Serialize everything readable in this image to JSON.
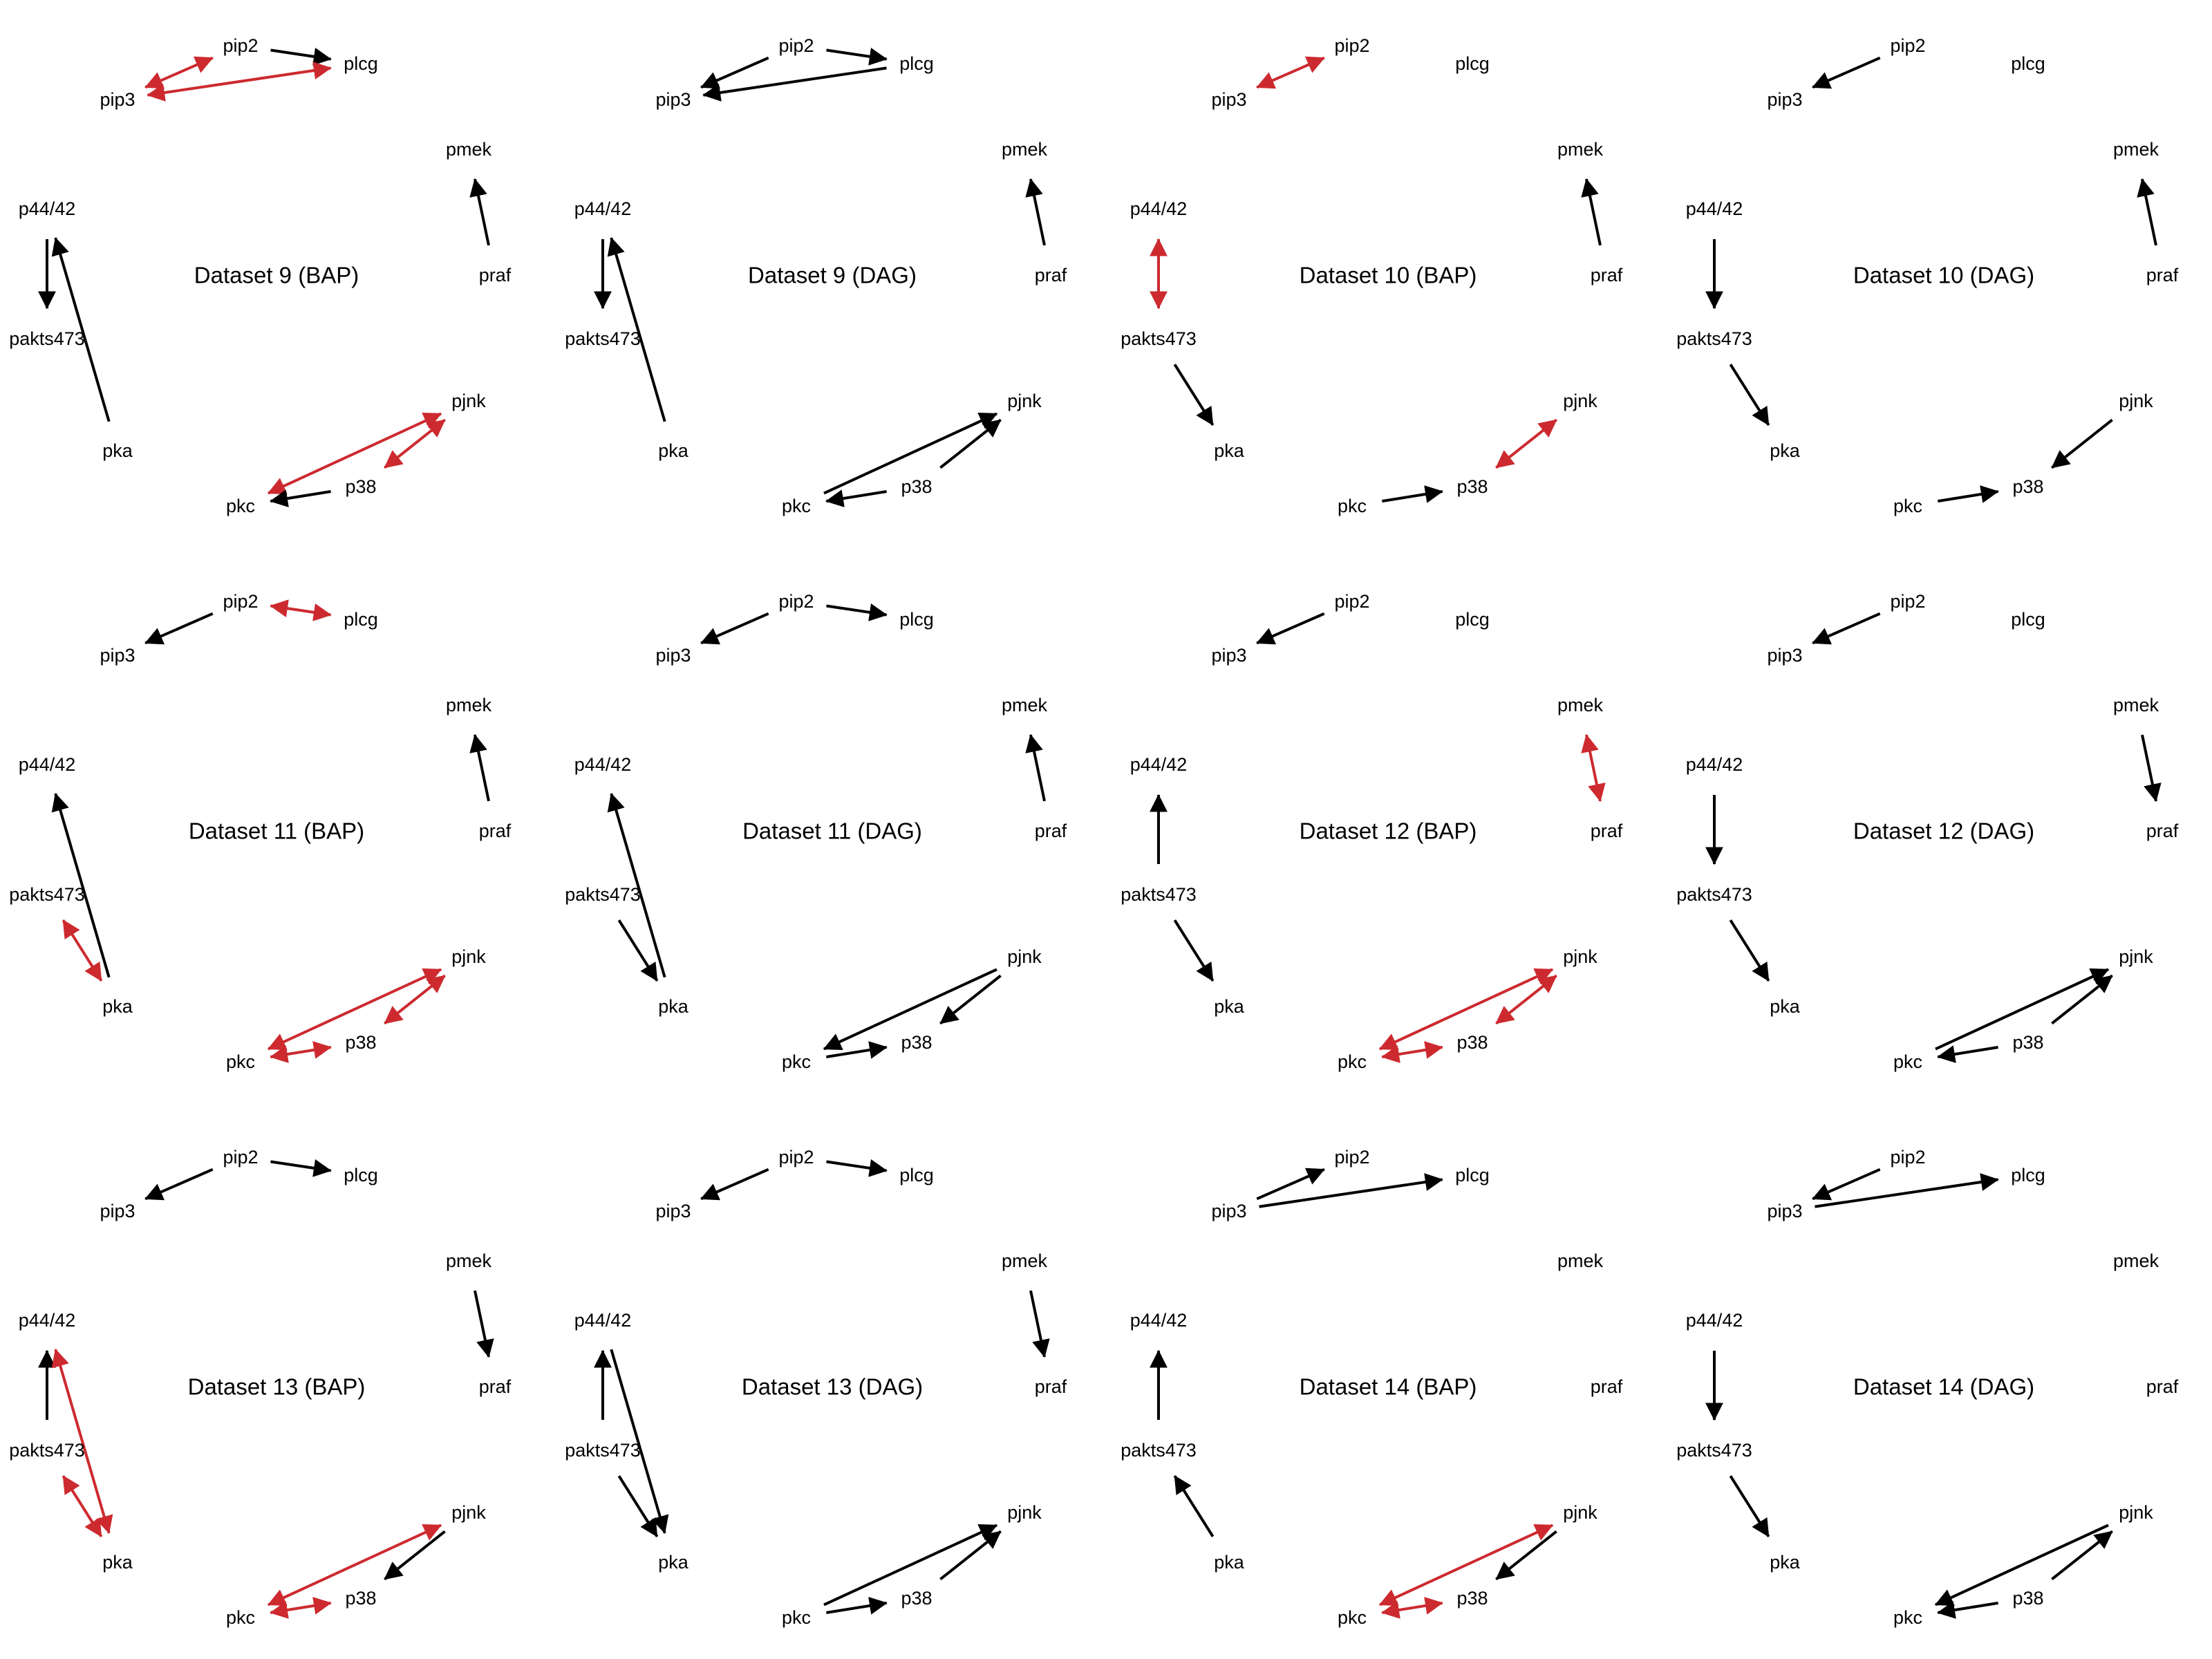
{
  "colors": {
    "directed": "#000000",
    "bidirected": "#cc2a2f"
  },
  "node_names": [
    "pip2",
    "plcg",
    "pip3",
    "pmek",
    "p44/42",
    "praf",
    "pakts473",
    "pjnk",
    "pka",
    "p38",
    "pkc"
  ],
  "panels": [
    {
      "title": "Dataset 9 (BAP)",
      "edges": [
        {
          "from": "pip2",
          "to": "plcg",
          "type": "directed"
        },
        {
          "from": "pip3",
          "to": "pip2",
          "type": "bidirected"
        },
        {
          "from": "pip3",
          "to": "plcg",
          "type": "bidirected"
        },
        {
          "from": "praf",
          "to": "pmek",
          "type": "directed"
        },
        {
          "from": "p44/42",
          "to": "pakts473",
          "type": "directed"
        },
        {
          "from": "pka",
          "to": "p44/42",
          "type": "directed"
        },
        {
          "from": "pkc",
          "to": "pjnk",
          "type": "bidirected"
        },
        {
          "from": "p38",
          "to": "pjnk",
          "type": "bidirected"
        },
        {
          "from": "p38",
          "to": "pkc",
          "type": "directed"
        }
      ]
    },
    {
      "title": "Dataset 9 (DAG)",
      "edges": [
        {
          "from": "pip2",
          "to": "plcg",
          "type": "directed"
        },
        {
          "from": "pip2",
          "to": "pip3",
          "type": "directed"
        },
        {
          "from": "plcg",
          "to": "pip3",
          "type": "directed"
        },
        {
          "from": "praf",
          "to": "pmek",
          "type": "directed"
        },
        {
          "from": "p44/42",
          "to": "pakts473",
          "type": "directed"
        },
        {
          "from": "pka",
          "to": "p44/42",
          "type": "directed"
        },
        {
          "from": "pkc",
          "to": "pjnk",
          "type": "directed"
        },
        {
          "from": "p38",
          "to": "pjnk",
          "type": "directed"
        },
        {
          "from": "p38",
          "to": "pkc",
          "type": "directed"
        }
      ]
    },
    {
      "title": "Dataset 10 (BAP)",
      "edges": [
        {
          "from": "pip3",
          "to": "pip2",
          "type": "bidirected"
        },
        {
          "from": "praf",
          "to": "pmek",
          "type": "directed"
        },
        {
          "from": "p44/42",
          "to": "pakts473",
          "type": "bidirected"
        },
        {
          "from": "pakts473",
          "to": "pka",
          "type": "directed"
        },
        {
          "from": "p38",
          "to": "pjnk",
          "type": "bidirected"
        },
        {
          "from": "pkc",
          "to": "p38",
          "type": "directed"
        }
      ]
    },
    {
      "title": "Dataset 10 (DAG)",
      "edges": [
        {
          "from": "pip2",
          "to": "pip3",
          "type": "directed"
        },
        {
          "from": "praf",
          "to": "pmek",
          "type": "directed"
        },
        {
          "from": "p44/42",
          "to": "pakts473",
          "type": "directed"
        },
        {
          "from": "pakts473",
          "to": "pka",
          "type": "directed"
        },
        {
          "from": "pjnk",
          "to": "p38",
          "type": "directed"
        },
        {
          "from": "pkc",
          "to": "p38",
          "type": "directed"
        }
      ]
    },
    {
      "title": "Dataset 11 (BAP)",
      "edges": [
        {
          "from": "pip2",
          "to": "pip3",
          "type": "directed"
        },
        {
          "from": "pip2",
          "to": "plcg",
          "type": "bidirected"
        },
        {
          "from": "praf",
          "to": "pmek",
          "type": "directed"
        },
        {
          "from": "pka",
          "to": "p44/42",
          "type": "directed"
        },
        {
          "from": "pakts473",
          "to": "pka",
          "type": "bidirected"
        },
        {
          "from": "pkc",
          "to": "pjnk",
          "type": "bidirected"
        },
        {
          "from": "p38",
          "to": "pjnk",
          "type": "bidirected"
        },
        {
          "from": "pkc",
          "to": "p38",
          "type": "bidirected"
        }
      ]
    },
    {
      "title": "Dataset 11 (DAG)",
      "edges": [
        {
          "from": "pip2",
          "to": "pip3",
          "type": "directed"
        },
        {
          "from": "pip2",
          "to": "plcg",
          "type": "directed"
        },
        {
          "from": "praf",
          "to": "pmek",
          "type": "directed"
        },
        {
          "from": "pka",
          "to": "p44/42",
          "type": "directed"
        },
        {
          "from": "pakts473",
          "to": "pka",
          "type": "directed"
        },
        {
          "from": "pjnk",
          "to": "pkc",
          "type": "directed"
        },
        {
          "from": "pjnk",
          "to": "p38",
          "type": "directed"
        },
        {
          "from": "pkc",
          "to": "p38",
          "type": "directed"
        }
      ]
    },
    {
      "title": "Dataset 12 (BAP)",
      "edges": [
        {
          "from": "pip2",
          "to": "pip3",
          "type": "directed"
        },
        {
          "from": "pmek",
          "to": "praf",
          "type": "bidirected"
        },
        {
          "from": "pakts473",
          "to": "p44/42",
          "type": "directed"
        },
        {
          "from": "pakts473",
          "to": "pka",
          "type": "directed"
        },
        {
          "from": "pkc",
          "to": "pjnk",
          "type": "bidirected"
        },
        {
          "from": "p38",
          "to": "pjnk",
          "type": "bidirected"
        },
        {
          "from": "pkc",
          "to": "p38",
          "type": "bidirected"
        }
      ]
    },
    {
      "title": "Dataset 12 (DAG)",
      "edges": [
        {
          "from": "pip2",
          "to": "pip3",
          "type": "directed"
        },
        {
          "from": "pmek",
          "to": "praf",
          "type": "directed"
        },
        {
          "from": "p44/42",
          "to": "pakts473",
          "type": "directed"
        },
        {
          "from": "pakts473",
          "to": "pka",
          "type": "directed"
        },
        {
          "from": "pkc",
          "to": "pjnk",
          "type": "directed"
        },
        {
          "from": "p38",
          "to": "pjnk",
          "type": "directed"
        },
        {
          "from": "p38",
          "to": "pkc",
          "type": "directed"
        }
      ]
    },
    {
      "title": "Dataset 13 (BAP)",
      "edges": [
        {
          "from": "pip2",
          "to": "pip3",
          "type": "directed"
        },
        {
          "from": "pip2",
          "to": "plcg",
          "type": "directed"
        },
        {
          "from": "pmek",
          "to": "praf",
          "type": "directed"
        },
        {
          "from": "pakts473",
          "to": "p44/42",
          "type": "directed"
        },
        {
          "from": "p44/42",
          "to": "pka",
          "type": "bidirected"
        },
        {
          "from": "pakts473",
          "to": "pka",
          "type": "bidirected"
        },
        {
          "from": "pkc",
          "to": "pjnk",
          "type": "bidirected"
        },
        {
          "from": "pjnk",
          "to": "p38",
          "type": "directed"
        },
        {
          "from": "pkc",
          "to": "p38",
          "type": "bidirected"
        }
      ]
    },
    {
      "title": "Dataset 13 (DAG)",
      "edges": [
        {
          "from": "pip2",
          "to": "pip3",
          "type": "directed"
        },
        {
          "from": "pip2",
          "to": "plcg",
          "type": "directed"
        },
        {
          "from": "pmek",
          "to": "praf",
          "type": "directed"
        },
        {
          "from": "pakts473",
          "to": "p44/42",
          "type": "directed"
        },
        {
          "from": "p44/42",
          "to": "pka",
          "type": "directed"
        },
        {
          "from": "pakts473",
          "to": "pka",
          "type": "directed"
        },
        {
          "from": "pkc",
          "to": "pjnk",
          "type": "directed"
        },
        {
          "from": "p38",
          "to": "pjnk",
          "type": "directed"
        },
        {
          "from": "pkc",
          "to": "p38",
          "type": "directed"
        }
      ]
    },
    {
      "title": "Dataset 14 (BAP)",
      "edges": [
        {
          "from": "pip3",
          "to": "pip2",
          "type": "directed"
        },
        {
          "from": "pip3",
          "to": "plcg",
          "type": "directed"
        },
        {
          "from": "pakts473",
          "to": "p44/42",
          "type": "directed"
        },
        {
          "from": "pka",
          "to": "pakts473",
          "type": "directed"
        },
        {
          "from": "pkc",
          "to": "pjnk",
          "type": "bidirected"
        },
        {
          "from": "pjnk",
          "to": "p38",
          "type": "directed"
        },
        {
          "from": "pkc",
          "to": "p38",
          "type": "bidirected"
        }
      ]
    },
    {
      "title": "Dataset 14 (DAG)",
      "edges": [
        {
          "from": "pip2",
          "to": "pip3",
          "type": "directed"
        },
        {
          "from": "pip3",
          "to": "plcg",
          "type": "directed"
        },
        {
          "from": "p44/42",
          "to": "pakts473",
          "type": "directed"
        },
        {
          "from": "pakts473",
          "to": "pka",
          "type": "directed"
        },
        {
          "from": "pjnk",
          "to": "pkc",
          "type": "directed"
        },
        {
          "from": "p38",
          "to": "pjnk",
          "type": "directed"
        },
        {
          "from": "p38",
          "to": "pkc",
          "type": "directed"
        }
      ]
    }
  ]
}
